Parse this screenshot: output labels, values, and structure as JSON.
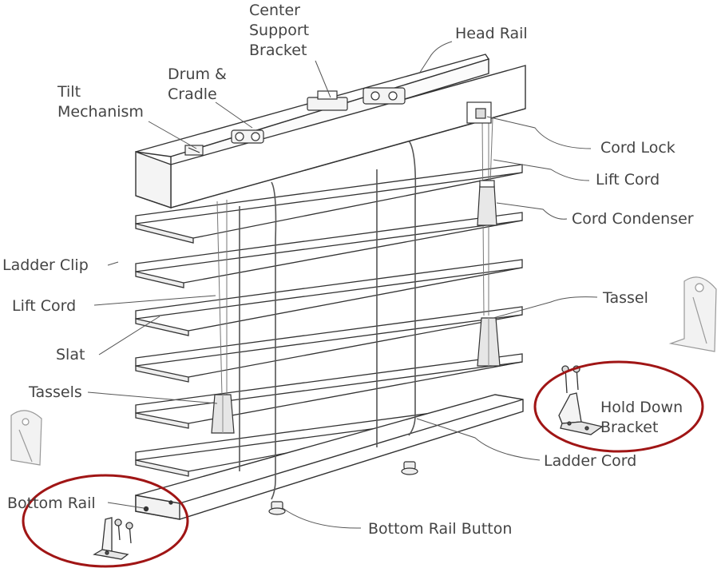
{
  "labels": {
    "center_support_bracket": [
      "Center",
      "Support",
      "Bracket"
    ],
    "head_rail": "Head Rail",
    "drum_cradle": [
      "Drum &",
      "Cradle"
    ],
    "tilt_mechanism": [
      "Tilt",
      "Mechanism"
    ],
    "cord_lock": "Cord Lock",
    "lift_cord_right": "Lift Cord",
    "cord_condenser": "Cord Condenser",
    "ladder_clip": "Ladder Clip",
    "lift_cord_left": "Lift Cord",
    "slat": "Slat",
    "tassel": "Tassel",
    "tassels": "Tassels",
    "hold_down_bracket": [
      "Hold Down",
      "Bracket"
    ],
    "ladder_cord": "Ladder Cord",
    "bottom_rail": "Bottom Rail",
    "bottom_rail_button": "Bottom Rail Button"
  },
  "colors": {
    "text": "#444444",
    "line": "#555555",
    "outline": "#333333",
    "highlight_circle": "#a01515",
    "part_fill": "#f4f4f4"
  }
}
